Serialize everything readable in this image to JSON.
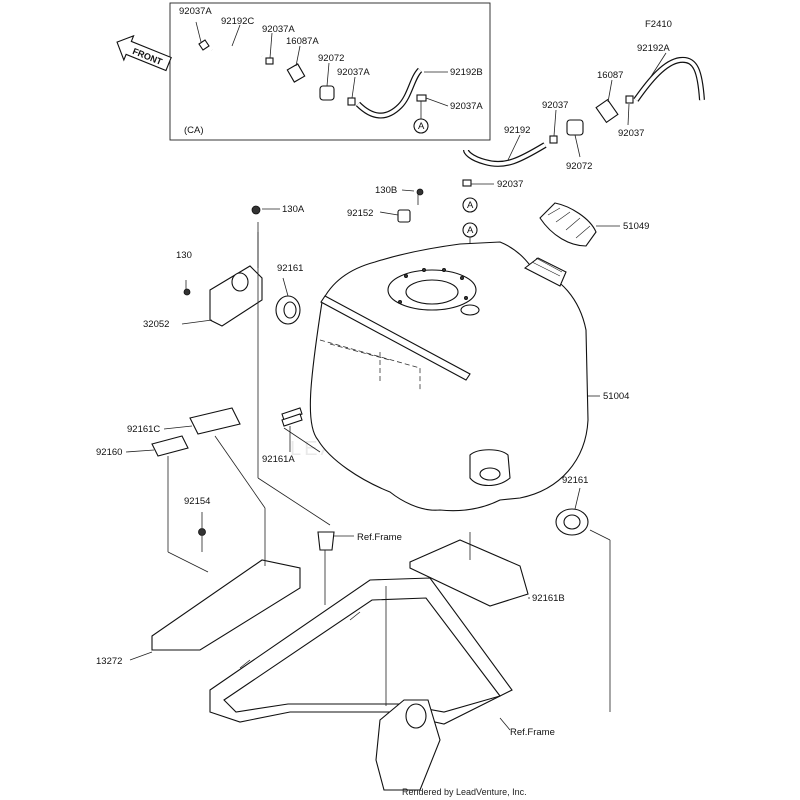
{
  "figure_code": "F2410",
  "inset_label": "(CA)",
  "front_label": "FRONT",
  "circle_ref": "A",
  "watermark": "LEADVENTURE",
  "footer": "Rendered by LeadVenture, Inc.",
  "ref_frame": "Ref.Frame",
  "parts": {
    "p92037A_a": "92037A",
    "p92192C": "92192C",
    "p92037A_b": "92037A",
    "p16087A": "16087A",
    "p92072_ca": "92072",
    "p92037A_c": "92037A",
    "p92192B": "92192B",
    "p92037A_d": "92037A",
    "p92192A": "92192A",
    "p16087": "16087",
    "p92037_a": "92037",
    "p92037_b": "92037",
    "p92192": "92192",
    "p92072": "92072",
    "p92037_c": "92037",
    "p130B": "130B",
    "p92152": "92152",
    "p130A": "130A",
    "p51049": "51049",
    "p130": "130",
    "p92161_a": "92161",
    "p32052": "32052",
    "p51004": "51004",
    "p92161C": "92161C",
    "p92160": "92160",
    "p92161A": "92161A",
    "p92161_b": "92161",
    "p92154": "92154",
    "p92161B": "92161B",
    "p13272": "13272"
  }
}
